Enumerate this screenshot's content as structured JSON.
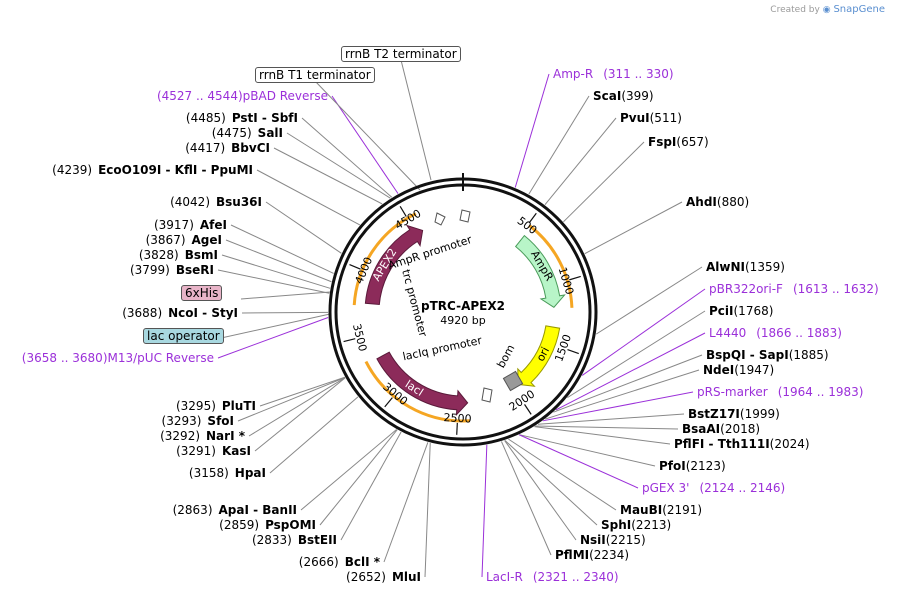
{
  "watermark": {
    "prefix": "Created by",
    "brand": "SnapGene"
  },
  "plasmid": {
    "name": "pTRC-APEX2",
    "size": "4920 bp",
    "length": 4920
  },
  "ticks": [
    "500",
    "1000",
    "1500",
    "2000",
    "2500",
    "3000",
    "3500",
    "4000",
    "4500"
  ],
  "features": [
    {
      "label": "AmpR",
      "start": 530,
      "end": 1190,
      "color": "#b8f5c8",
      "outline": "#4a9b5a",
      "text_color": "#000000"
    },
    {
      "label": "ori",
      "start": 1360,
      "end": 1950,
      "color": "#ffff00",
      "outline": "#999900",
      "text_color": "#000000"
    },
    {
      "label": "lacI",
      "start": 3300,
      "end": 2420,
      "color": "#8c2b5a",
      "outline": "#5a1a3a",
      "text_color": "#ffffff"
    },
    {
      "label": "APEX2",
      "start": 3760,
      "end": 4560,
      "color": "#8c2b5a",
      "outline": "#5a1a3a",
      "text_color": "#ffffff"
    }
  ],
  "promoters": [
    "AmpR promoter",
    "trc promoter",
    "lacIq promoter",
    "bom"
  ],
  "left_labels": [
    {
      "pos": "(4527 .. 4544)",
      "name": "pBAD Reverse",
      "type": "primer"
    },
    {
      "pos": "(4485)",
      "name": "PstI  -  SbfI",
      "type": "enzyme"
    },
    {
      "pos": "(4475)",
      "name": "SalI",
      "type": "enzyme"
    },
    {
      "pos": "(4417)",
      "name": "BbvCI",
      "type": "enzyme"
    },
    {
      "pos": "(4239)",
      "name": "EcoO109I  -  KflI  -  PpuMI",
      "type": "enzyme"
    },
    {
      "pos": "(4042)",
      "name": "Bsu36I",
      "type": "enzyme"
    },
    {
      "pos": "(3917)",
      "name": "AfeI",
      "type": "enzyme"
    },
    {
      "pos": "(3867)",
      "name": "AgeI",
      "type": "enzyme"
    },
    {
      "pos": "(3828)",
      "name": "BsmI",
      "type": "enzyme"
    },
    {
      "pos": "(3799)",
      "name": "BseRI",
      "type": "enzyme"
    },
    {
      "pos": "(3688)",
      "name": "NcoI  -  StyI",
      "type": "enzyme"
    },
    {
      "pos": "(3658 .. 3680)",
      "name": "M13/pUC Reverse",
      "type": "primer"
    },
    {
      "pos": "(3295)",
      "name": "PluTI",
      "type": "enzyme"
    },
    {
      "pos": "(3293)",
      "name": "SfoI",
      "type": "enzyme"
    },
    {
      "pos": "(3292)",
      "name": "NarI *",
      "type": "enzyme"
    },
    {
      "pos": "(3291)",
      "name": "KasI",
      "type": "enzyme"
    },
    {
      "pos": "(3158)",
      "name": "HpaI",
      "type": "enzyme"
    },
    {
      "pos": "(2863)",
      "name": "ApaI  -  BanII",
      "type": "enzyme"
    },
    {
      "pos": "(2859)",
      "name": "PspOMI",
      "type": "enzyme"
    },
    {
      "pos": "(2833)",
      "name": "BstEII",
      "type": "enzyme"
    },
    {
      "pos": "(2666)",
      "name": "BclI *",
      "type": "enzyme"
    },
    {
      "pos": "(2652)",
      "name": "MluI",
      "type": "enzyme"
    }
  ],
  "right_labels": [
    {
      "name": "Amp-R",
      "pos": "(311 .. 330)",
      "type": "primer"
    },
    {
      "name": "ScaI",
      "pos": "(399)",
      "type": "enzyme"
    },
    {
      "name": "PvuI",
      "pos": "(511)",
      "type": "enzyme"
    },
    {
      "name": "FspI",
      "pos": "(657)",
      "type": "enzyme"
    },
    {
      "name": "AhdI",
      "pos": "(880)",
      "type": "enzyme"
    },
    {
      "name": "AlwNI",
      "pos": "(1359)",
      "type": "enzyme"
    },
    {
      "name": "pBR322ori-F",
      "pos": "(1613 .. 1632)",
      "type": "primer"
    },
    {
      "name": "PciI",
      "pos": "(1768)",
      "type": "enzyme"
    },
    {
      "name": "L4440",
      "pos": "(1866 .. 1883)",
      "type": "primer"
    },
    {
      "name": "BspQI  -  SapI",
      "pos": "(1885)",
      "type": "enzyme"
    },
    {
      "name": "NdeI",
      "pos": "(1947)",
      "type": "enzyme"
    },
    {
      "name": "pRS-marker",
      "pos": "(1964 .. 1983)",
      "type": "primer"
    },
    {
      "name": "BstZ17I",
      "pos": "(1999)",
      "type": "enzyme"
    },
    {
      "name": "BsaAI",
      "pos": "(2018)",
      "type": "enzyme"
    },
    {
      "name": "PflFI  -  Tth111I",
      "pos": "(2024)",
      "type": "enzyme"
    },
    {
      "name": "PfoI",
      "pos": "(2123)",
      "type": "enzyme"
    },
    {
      "name": "pGEX 3'",
      "pos": "(2124 .. 2146)",
      "type": "primer"
    },
    {
      "name": "MauBI",
      "pos": "(2191)",
      "type": "enzyme"
    },
    {
      "name": "SphI",
      "pos": "(2213)",
      "type": "enzyme"
    },
    {
      "name": "NsiI",
      "pos": "(2215)",
      "type": "enzyme"
    },
    {
      "name": "PflMI",
      "pos": "(2234)",
      "type": "enzyme"
    },
    {
      "name": "LacI-R",
      "pos": "(2321 .. 2340)",
      "type": "primer"
    }
  ],
  "boxed_labels": [
    {
      "name": "rrnB T2 terminator",
      "color": "#ffffff"
    },
    {
      "name": "rrnB T1 terminator",
      "color": "#ffffff"
    },
    {
      "name": "6xHis",
      "color": "#e8b4c8"
    },
    {
      "name": "lac operator",
      "color": "#a8d8e0"
    }
  ],
  "colors": {
    "primer": "#9b30d9",
    "orange_arc": "#f5a623",
    "backbone": "#111111"
  }
}
